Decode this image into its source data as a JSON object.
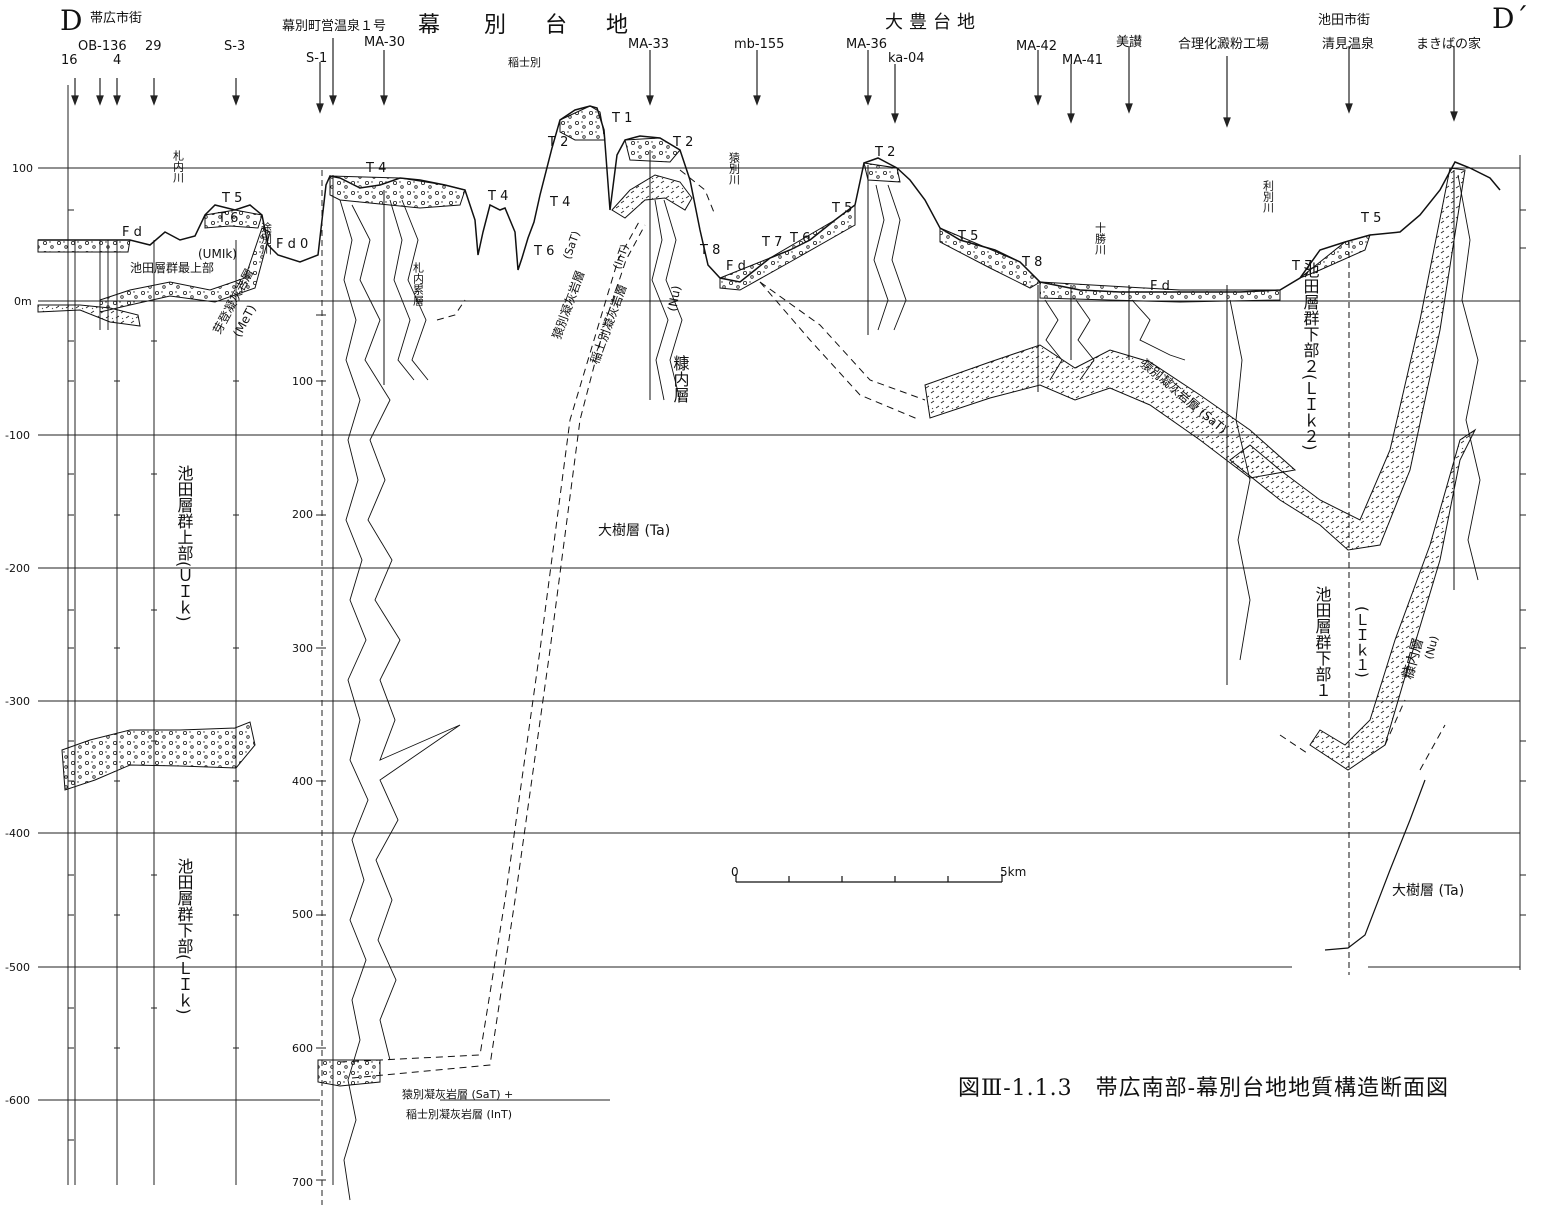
{
  "section": {
    "end_left": "D",
    "end_right": "D´",
    "places": [
      {
        "key": "obihiro",
        "label": "帯広市街"
      },
      {
        "key": "makubetsu_onsen",
        "label": "幕別町営温泉１号"
      },
      {
        "key": "ikeda",
        "label": "池田市街"
      }
    ],
    "plateau_a_chars": [
      "幕",
      "別",
      "台",
      "地"
    ],
    "plateau_b": "大豊台地",
    "boreholes": [
      {
        "key": "b16",
        "label": "16"
      },
      {
        "key": "ob136",
        "label": "OB-136"
      },
      {
        "key": "b4",
        "label": "4"
      },
      {
        "key": "b29",
        "label": "29"
      },
      {
        "key": "s3",
        "label": "S-3"
      },
      {
        "key": "s1",
        "label": "S-1"
      },
      {
        "key": "ma30",
        "label": "MA-30"
      },
      {
        "key": "ma33",
        "label": "MA-33"
      },
      {
        "key": "mb155",
        "label": "mb-155"
      },
      {
        "key": "ma36",
        "label": "MA-36"
      },
      {
        "key": "ka04",
        "label": "ka-04"
      },
      {
        "key": "ma42",
        "label": "MA-42"
      },
      {
        "key": "ma41",
        "label": "MA-41"
      },
      {
        "key": "bisan",
        "label": "美讃"
      },
      {
        "key": "gorika",
        "label": "合理化澱粉工場"
      },
      {
        "key": "kiyomi",
        "label": "清見温泉"
      },
      {
        "key": "makiba",
        "label": "まきばの家"
      }
    ],
    "inashibetsu": "稲士別"
  },
  "elevation_labels": [
    "100",
    "0m",
    "-100",
    "-200",
    "-300",
    "-400",
    "-500",
    "-600"
  ],
  "depth_labels": [
    "100",
    "200",
    "300",
    "400",
    "500",
    "600",
    "700"
  ],
  "terraces": {
    "t1": "T 1",
    "t2": "T 2",
    "t4": "T 4",
    "t5": "T 5",
    "t6": "T 6",
    "t7": "T 7",
    "t8": "T 8",
    "fd": "F d",
    "fd0": "F d 0"
  },
  "rivers": {
    "satsunai": "札内川",
    "tobetsu": "途別川",
    "sarubetsu": "猿別川",
    "tokachi": "十勝川",
    "toshibetsu": "利別川"
  },
  "units": {
    "umik": "(UMIk)",
    "ikeda_top": "池田層群最上部",
    "mecha": "芽登凝灰岩層",
    "mecha_code": "(MeT)",
    "satsunai_fan": "札内累層",
    "sarubetsu_tuff": "猿別凝灰岩層",
    "sat": "(SaT)",
    "inashibetsu_tuff": "稲士別凝灰岩層",
    "int": "(InT)",
    "nukanai": "糠内層",
    "nu": "(Nu)",
    "taiki": "大樹層 (Ta)",
    "taiki_right": "大樹層 (Ta)",
    "upper_group": "池田層群上部(ＵＩｋ)",
    "lower_group": "池田層群下部(ＬＩｋ)",
    "lower2": "池田層群下部２(ＬＩｋ２)",
    "lower1": "池田層群下部１",
    "lower1_code": "(ＬＩｋ１)",
    "sat_right": "猿別凝灰岩層 (SaT)",
    "bottom_sat": "猿別凝灰岩層 (SaT) +",
    "bottom_int": "稲士別凝灰岩層 (InT)"
  },
  "scale_bar": {
    "start": "0",
    "end": "5km",
    "km": 5
  },
  "caption": "図Ⅲ-1.1.3　帯広南部-幕別台地地質構造断面図"
}
